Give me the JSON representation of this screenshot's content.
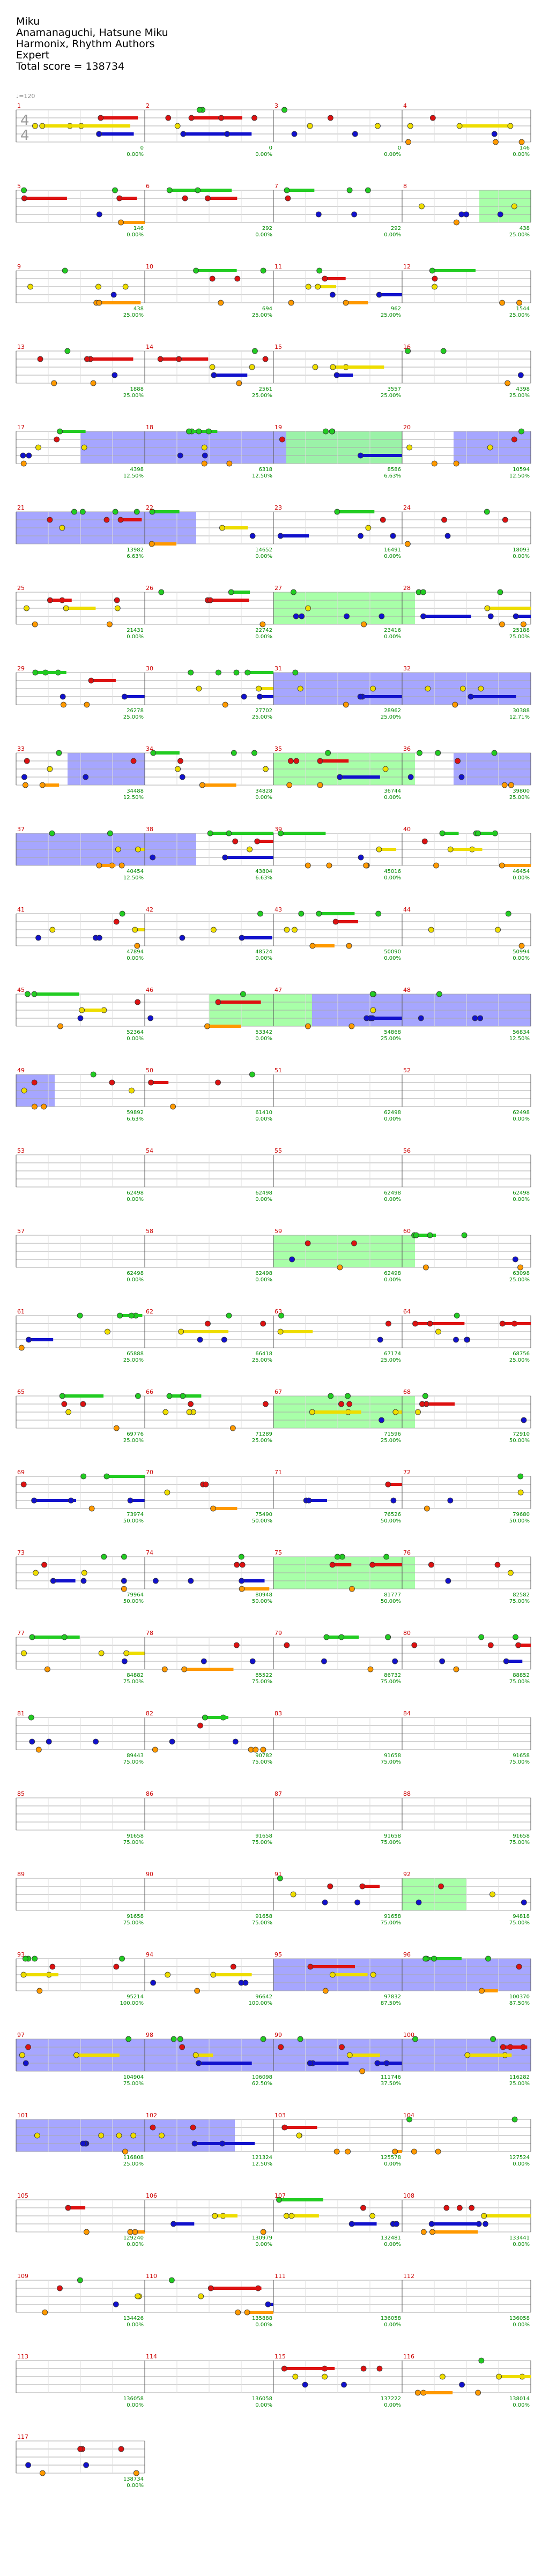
{
  "song": {
    "title": "Miku",
    "artist": "Anamanaguchi, Hatsune Miku",
    "charter": "Harmonix, Rhythm Authors",
    "difficulty": "Expert",
    "total_score": "Total score = 138734"
  },
  "tempo_label": "♩=120",
  "time_signature": {
    "top": "4",
    "bottom": "4"
  },
  "colors": {
    "green": "#22cc22",
    "red": "#dd1111",
    "yellow": "#eedd00",
    "blue": "#1111cc",
    "orange": "#ff9900",
    "overdrive_green": "#99ff99",
    "solo_blue": "#8888ff",
    "measure_number": "#cc0000",
    "score_text": "#008800",
    "grid_line": "#aaaaaa"
  },
  "measures": [
    {
      "n": "1",
      "s": "0",
      "p": "0.00%"
    },
    {
      "n": "2",
      "s": "0",
      "p": "0.00%"
    },
    {
      "n": "3",
      "s": "0",
      "p": "0.00%"
    },
    {
      "n": "4",
      "s": "146",
      "p": "0.00%"
    },
    {
      "n": "5",
      "s": "146",
      "p": "0.00%"
    },
    {
      "n": "6",
      "s": "292",
      "p": "0.00%"
    },
    {
      "n": "7",
      "s": "292",
      "p": "0.00%"
    },
    {
      "n": "8",
      "s": "438",
      "p": "25.00%",
      "od": [
        0.6,
        1
      ]
    },
    {
      "n": "9",
      "s": "438",
      "p": "25.00%"
    },
    {
      "n": "10",
      "s": "694",
      "p": "25.00%"
    },
    {
      "n": "11",
      "s": "962",
      "p": "25.00%"
    },
    {
      "n": "12",
      "s": "1544",
      "p": "25.00%"
    },
    {
      "n": "13",
      "s": "1888",
      "p": "25.00%"
    },
    {
      "n": "14",
      "s": "2561",
      "p": "25.00%"
    },
    {
      "n": "15",
      "s": "3557",
      "p": "25.00%"
    },
    {
      "n": "16",
      "s": "4398",
      "p": "25.00%"
    },
    {
      "n": "17",
      "s": "4398",
      "p": "12.50%",
      "solo": [
        0.5,
        1
      ]
    },
    {
      "n": "18",
      "s": "6318",
      "p": "12.50%",
      "solo": [
        0,
        1
      ]
    },
    {
      "n": "19",
      "s": "8586",
      "p": "6.63%",
      "od": [
        0.1,
        1
      ],
      "solo": [
        0,
        1
      ]
    },
    {
      "n": "20",
      "s": "10594",
      "p": "12.50%",
      "solo": [
        0.4,
        1
      ]
    },
    {
      "n": "21",
      "s": "13982",
      "p": "6.63%",
      "solo": [
        0,
        1
      ]
    },
    {
      "n": "22",
      "s": "14652",
      "p": "0.00%",
      "solo": [
        0,
        0.4
      ]
    },
    {
      "n": "23",
      "s": "16491",
      "p": "0.00%"
    },
    {
      "n": "24",
      "s": "18093",
      "p": "0.00%"
    },
    {
      "n": "25",
      "s": "21431",
      "p": "0.00%"
    },
    {
      "n": "26",
      "s": "22742",
      "p": "0.00%"
    },
    {
      "n": "27",
      "s": "23416",
      "p": "0.00%",
      "od": [
        0,
        1
      ]
    },
    {
      "n": "28",
      "s": "25188",
      "p": "25.00%",
      "od": [
        0,
        0.1
      ]
    },
    {
      "n": "29",
      "s": "26278",
      "p": "25.00%"
    },
    {
      "n": "30",
      "s": "27702",
      "p": "25.00%"
    },
    {
      "n": "31",
      "s": "28962",
      "p": "25.00%",
      "solo": [
        0,
        1
      ]
    },
    {
      "n": "32",
      "s": "30388",
      "p": "12.71%",
      "solo": [
        0,
        1
      ]
    },
    {
      "n": "33",
      "s": "34488",
      "p": "12.50%",
      "solo": [
        0.4,
        1
      ]
    },
    {
      "n": "34",
      "s": "34828",
      "p": "0.00%"
    },
    {
      "n": "35",
      "s": "36744",
      "p": "0.00%",
      "od": [
        0,
        1
      ]
    },
    {
      "n": "36",
      "s": "39800",
      "p": "25.00%",
      "od": [
        0,
        0.1
      ],
      "solo": [
        0.4,
        1
      ]
    },
    {
      "n": "37",
      "s": "40454",
      "p": "12.50%",
      "solo": [
        0,
        1
      ]
    },
    {
      "n": "38",
      "s": "43804",
      "p": "6.63%",
      "solo": [
        0,
        0.4
      ]
    },
    {
      "n": "39",
      "s": "45016",
      "p": "0.00%"
    },
    {
      "n": "40",
      "s": "46454",
      "p": "0.00%"
    },
    {
      "n": "41",
      "s": "47894",
      "p": "0.00%"
    },
    {
      "n": "42",
      "s": "48524",
      "p": "0.00%"
    },
    {
      "n": "43",
      "s": "50090",
      "p": "0.00%"
    },
    {
      "n": "44",
      "s": "50994",
      "p": "0.00%"
    },
    {
      "n": "45",
      "s": "52364",
      "p": "0.00%"
    },
    {
      "n": "46",
      "s": "53342",
      "p": "0.00%",
      "od": [
        0.5,
        1
      ]
    },
    {
      "n": "47",
      "s": "54868",
      "p": "25.00%",
      "od": [
        0,
        0.3
      ],
      "solo": [
        0.3,
        1
      ]
    },
    {
      "n": "48",
      "s": "56834",
      "p": "12.50%",
      "solo": [
        0,
        1
      ]
    },
    {
      "n": "49",
      "s": "59892",
      "p": "6.63%",
      "solo": [
        0,
        0.3
      ]
    },
    {
      "n": "50",
      "s": "61410",
      "p": "0.00%"
    },
    {
      "n": "51",
      "s": "62498",
      "p": "0.00%"
    },
    {
      "n": "52",
      "s": "62498",
      "p": "0.00%"
    },
    {
      "n": "53",
      "s": "62498",
      "p": "0.00%"
    },
    {
      "n": "54",
      "s": "62498",
      "p": "0.00%"
    },
    {
      "n": "55",
      "s": "62498",
      "p": "0.00%"
    },
    {
      "n": "56",
      "s": "62498",
      "p": "0.00%"
    },
    {
      "n": "57",
      "s": "62498",
      "p": "0.00%"
    },
    {
      "n": "58",
      "s": "62498",
      "p": "0.00%"
    },
    {
      "n": "59",
      "s": "62498",
      "p": "0.00%",
      "od": [
        0,
        1
      ]
    },
    {
      "n": "60",
      "s": "63098",
      "p": "25.00%",
      "od": [
        0,
        0.1
      ]
    },
    {
      "n": "61",
      "s": "65888",
      "p": "25.00%"
    },
    {
      "n": "62",
      "s": "66418",
      "p": "25.00%"
    },
    {
      "n": "63",
      "s": "67174",
      "p": "25.00%"
    },
    {
      "n": "64",
      "s": "68756",
      "p": "25.00%"
    },
    {
      "n": "65",
      "s": "69776",
      "p": "25.00%"
    },
    {
      "n": "66",
      "s": "71289",
      "p": "25.00%"
    },
    {
      "n": "67",
      "s": "71596",
      "p": "25.00%",
      "od": [
        0,
        1
      ]
    },
    {
      "n": "68",
      "s": "72910",
      "p": "50.00%",
      "od": [
        0,
        0.1
      ]
    },
    {
      "n": "69",
      "s": "73974",
      "p": "50.00%"
    },
    {
      "n": "70",
      "s": "75490",
      "p": "50.00%"
    },
    {
      "n": "71",
      "s": "76526",
      "p": "50.00%"
    },
    {
      "n": "72",
      "s": "79680",
      "p": "50.00%"
    },
    {
      "n": "73",
      "s": "79964",
      "p": "50.00%"
    },
    {
      "n": "74",
      "s": "80948",
      "p": "50.00%"
    },
    {
      "n": "75",
      "s": "81777",
      "p": "50.00%",
      "od": [
        0,
        1
      ]
    },
    {
      "n": "76",
      "s": "82582",
      "p": "75.00%",
      "od": [
        0,
        0.1
      ]
    },
    {
      "n": "77",
      "s": "84882",
      "p": "75.00%"
    },
    {
      "n": "78",
      "s": "85522",
      "p": "75.00%"
    },
    {
      "n": "79",
      "s": "86732",
      "p": "75.00%"
    },
    {
      "n": "80",
      "s": "88852",
      "p": "75.00%"
    },
    {
      "n": "81",
      "s": "89443",
      "p": "75.00%"
    },
    {
      "n": "82",
      "s": "90782",
      "p": "75.00%"
    },
    {
      "n": "83",
      "s": "91658",
      "p": "75.00%"
    },
    {
      "n": "84",
      "s": "91658",
      "p": "75.00%"
    },
    {
      "n": "85",
      "s": "91658",
      "p": "75.00%"
    },
    {
      "n": "86",
      "s": "91658",
      "p": "75.00%"
    },
    {
      "n": "87",
      "s": "91658",
      "p": "75.00%"
    },
    {
      "n": "88",
      "s": "91658",
      "p": "75.00%"
    },
    {
      "n": "89",
      "s": "91658",
      "p": "75.00%"
    },
    {
      "n": "90",
      "s": "91658",
      "p": "75.00%"
    },
    {
      "n": "91",
      "s": "91658",
      "p": "75.00%"
    },
    {
      "n": "92",
      "s": "94818",
      "p": "75.00%",
      "od": [
        0,
        0.5
      ]
    },
    {
      "n": "93",
      "s": "95214",
      "p": "100.00%"
    },
    {
      "n": "94",
      "s": "96642",
      "p": "100.00%"
    },
    {
      "n": "95",
      "s": "97832",
      "p": "87.50%",
      "solo": [
        0,
        1
      ]
    },
    {
      "n": "96",
      "s": "100370",
      "p": "87.50%",
      "solo": [
        0,
        1
      ]
    },
    {
      "n": "97",
      "s": "104904",
      "p": "75.00%",
      "solo": [
        0,
        1
      ]
    },
    {
      "n": "98",
      "s": "106098",
      "p": "62.50%",
      "solo": [
        0,
        1
      ]
    },
    {
      "n": "99",
      "s": "111746",
      "p": "37.50%",
      "solo": [
        0,
        1
      ]
    },
    {
      "n": "100",
      "s": "116282",
      "p": "25.00%",
      "solo": [
        0,
        1
      ]
    },
    {
      "n": "101",
      "s": "116808",
      "p": "25.00%",
      "solo": [
        0,
        1
      ]
    },
    {
      "n": "102",
      "s": "121324",
      "p": "12.50%",
      "solo": [
        0,
        0.7
      ]
    },
    {
      "n": "103",
      "s": "125578",
      "p": "0.00%"
    },
    {
      "n": "104",
      "s": "127524",
      "p": "0.00%"
    },
    {
      "n": "105",
      "s": "129240",
      "p": "0.00%"
    },
    {
      "n": "106",
      "s": "130979",
      "p": "0.00%"
    },
    {
      "n": "107",
      "s": "132481",
      "p": "0.00%"
    },
    {
      "n": "108",
      "s": "133441",
      "p": "0.00%"
    },
    {
      "n": "109",
      "s": "134426",
      "p": "0.00%"
    },
    {
      "n": "110",
      "s": "135888",
      "p": "0.00%"
    },
    {
      "n": "111",
      "s": "136058",
      "p": "0.00%"
    },
    {
      "n": "112",
      "s": "136058",
      "p": "0.00%"
    },
    {
      "n": "113",
      "s": "136058",
      "p": "0.00%"
    },
    {
      "n": "114",
      "s": "136058",
      "p": "0.00%"
    },
    {
      "n": "115",
      "s": "137222",
      "p": "0.00%"
    },
    {
      "n": "116",
      "s": "138014",
      "p": "0.00%"
    },
    {
      "n": "117",
      "s": "138734",
      "p": "0.00%"
    }
  ]
}
